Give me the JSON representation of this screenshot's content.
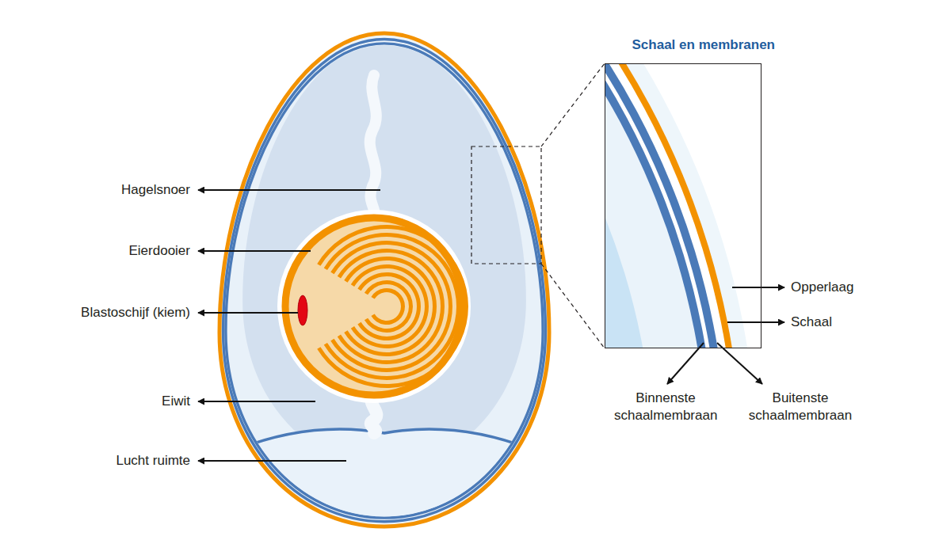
{
  "diagram": {
    "nodes": [
      {
        "text": [
          "Schaal en membranen"
        ]
      }
    ],
    "labels": [
      "Hagelsnoer",
      "Eierdooier",
      "Blastoschijf (kiem)",
      "Eiwit",
      "Lucht ruimte",
      "Opperlaag",
      "Schaal",
      "Binnenste schaalmembraan",
      "Buitenste schaalmembraan"
    ]
  }
}
